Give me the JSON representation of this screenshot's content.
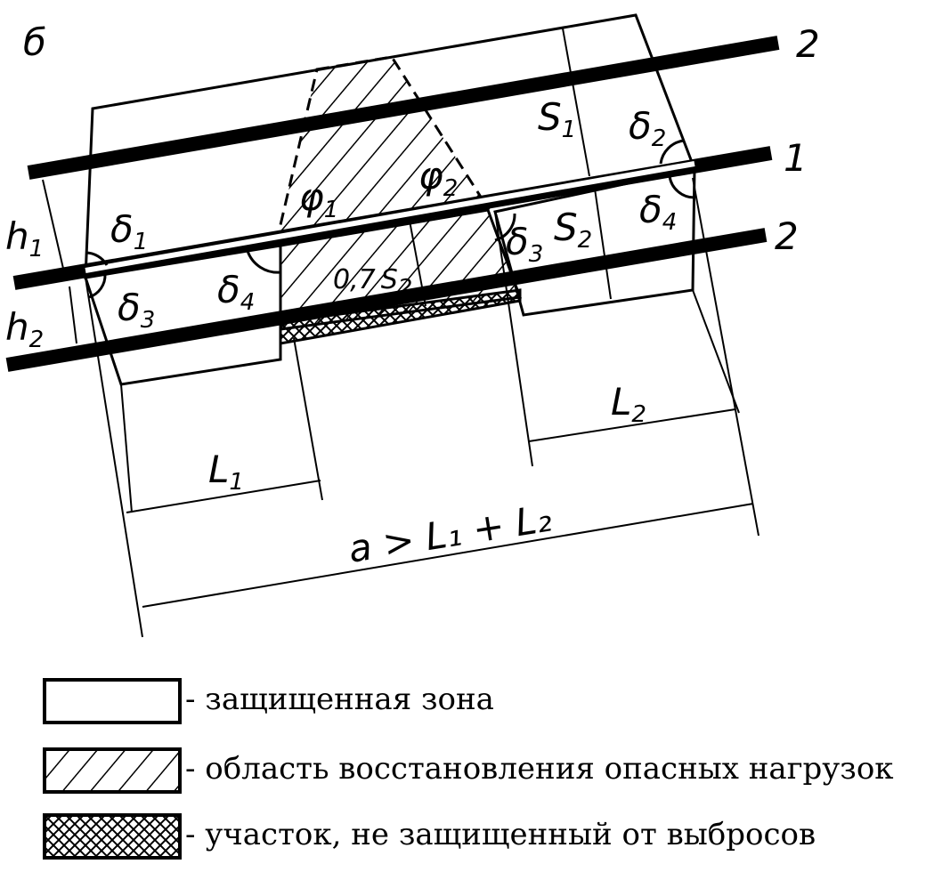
{
  "figure": {
    "panel_letter": "б",
    "seam_labels": {
      "seam_1": "1",
      "seam_2_upper": "2",
      "seam_2_lower": "2"
    },
    "thickness": {
      "h1_main": "h",
      "h1_sub": "1",
      "h2_main": "h",
      "h2_sub": "2"
    },
    "angles": {
      "delta_main": "δ",
      "d1_sub": "1",
      "d2_sub": "2",
      "d3_sub": "3",
      "d4_sub": "4",
      "phi_main": "φ",
      "phi1_sub": "1",
      "phi2_sub": "2"
    },
    "distances": {
      "s_main": "S",
      "s1_sub": "1",
      "s2_sub": "2",
      "coef": "0,7",
      "l_main": "L",
      "l1_sub": "1",
      "l2_sub": "2",
      "a_condition": "a > L₁ + L₂"
    }
  },
  "legend": {
    "protected_zone": "- защищенная зона",
    "load_recovery": "- область восстановления опасных нагрузок",
    "unprotected": "- участок, не защищенный от выбросов"
  }
}
